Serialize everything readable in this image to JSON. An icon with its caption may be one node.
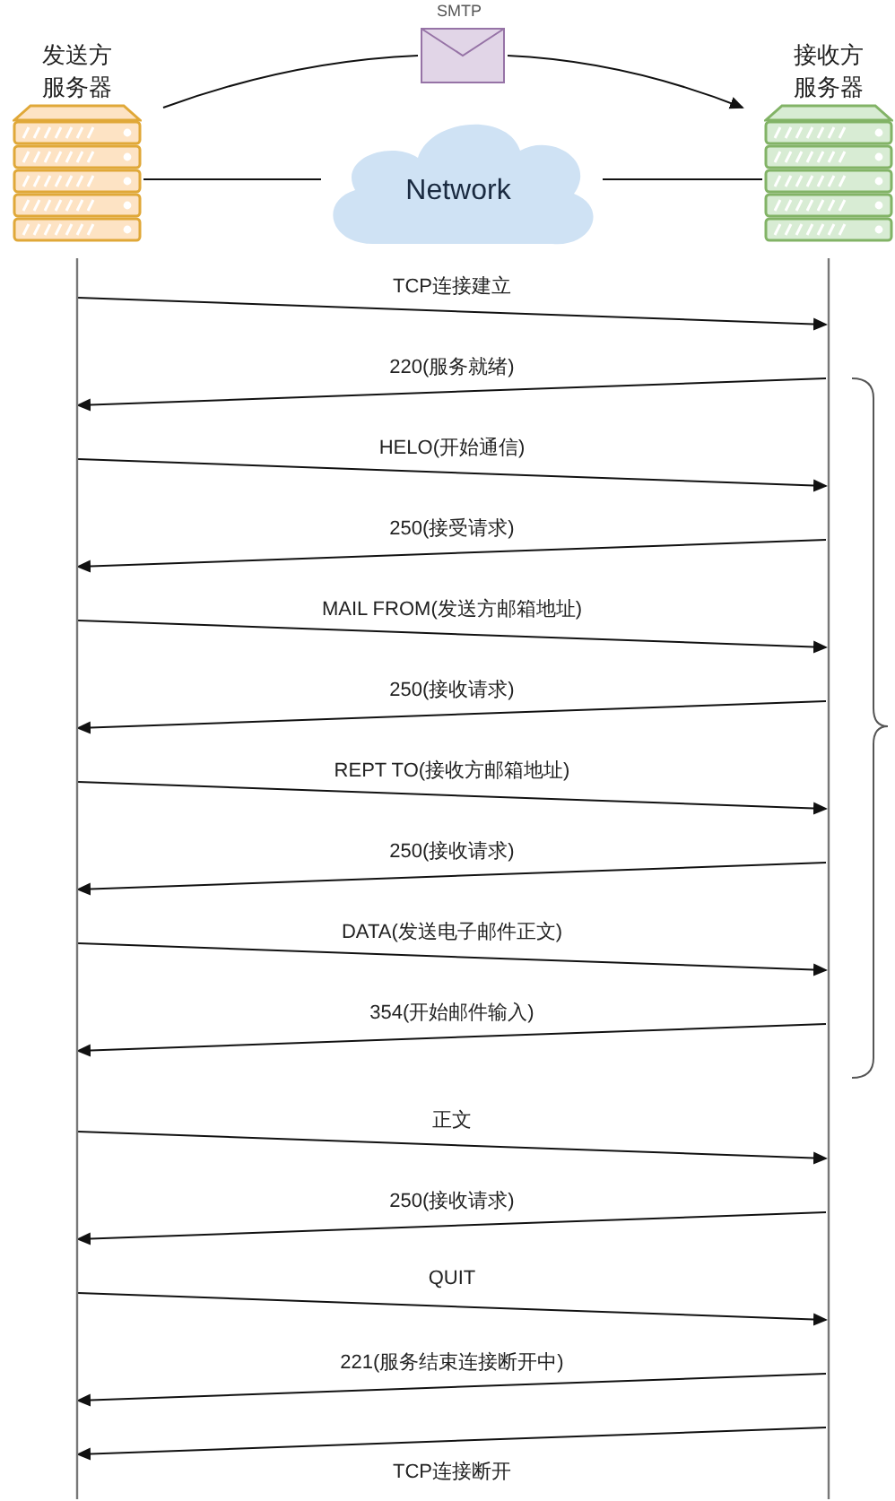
{
  "diagram": {
    "nodes": [
      {
        "text": [
          "发送方服务器"
        ]
      },
      {
        "text": [
          "SMTP"
        ]
      },
      {
        "text": [
          "接收方服务器"
        ]
      },
      {
        "text": [
          "Network"
        ]
      }
    ],
    "edges": [
      {
        "from": 0,
        "to": 1,
        "arrow": "none"
      },
      {
        "from": 1,
        "to": 2,
        "arrow": "to"
      },
      {
        "from": 0,
        "to": 3,
        "arrow": "none"
      },
      {
        "from": 3,
        "to": 2,
        "arrow": "none"
      },
      {
        "from": 0,
        "to": 2,
        "arrow": "to",
        "label": "TCP连接建立"
      },
      {
        "from": 2,
        "to": 0,
        "arrow": "to",
        "label": "220(服务就绪)"
      },
      {
        "from": 0,
        "to": 2,
        "arrow": "to",
        "label": "HELO(开始通信)"
      },
      {
        "from": 2,
        "to": 0,
        "arrow": "to",
        "label": "250(接受请求)"
      },
      {
        "from": 0,
        "to": 2,
        "arrow": "to",
        "label": "MAIL FROM(发送方邮箱地址)"
      },
      {
        "from": 2,
        "to": 0,
        "arrow": "to",
        "label": "250(接收请求)"
      },
      {
        "from": 0,
        "to": 2,
        "arrow": "to",
        "label": "REPT TO(接收方邮箱地址)"
      },
      {
        "from": 2,
        "to": 0,
        "arrow": "to",
        "label": "250(接收请求)"
      },
      {
        "from": 0,
        "to": 2,
        "arrow": "to",
        "label": "DATA(发送电子邮件正文)"
      },
      {
        "from": 2,
        "to": 0,
        "arrow": "to",
        "label": "354(开始邮件输入)"
      },
      {
        "from": 0,
        "to": 2,
        "arrow": "to",
        "label": "正文"
      },
      {
        "from": 2,
        "to": 0,
        "arrow": "to",
        "label": "250(接收请求)"
      },
      {
        "from": 0,
        "to": 2,
        "arrow": "to",
        "label": "QUIT"
      },
      {
        "from": 2,
        "to": 0,
        "arrow": "to",
        "label": "221(服务结束连接断开中)"
      },
      {
        "from": 2,
        "to": 0,
        "arrow": "to",
        "label": "TCP连接断开"
      }
    ]
  }
}
